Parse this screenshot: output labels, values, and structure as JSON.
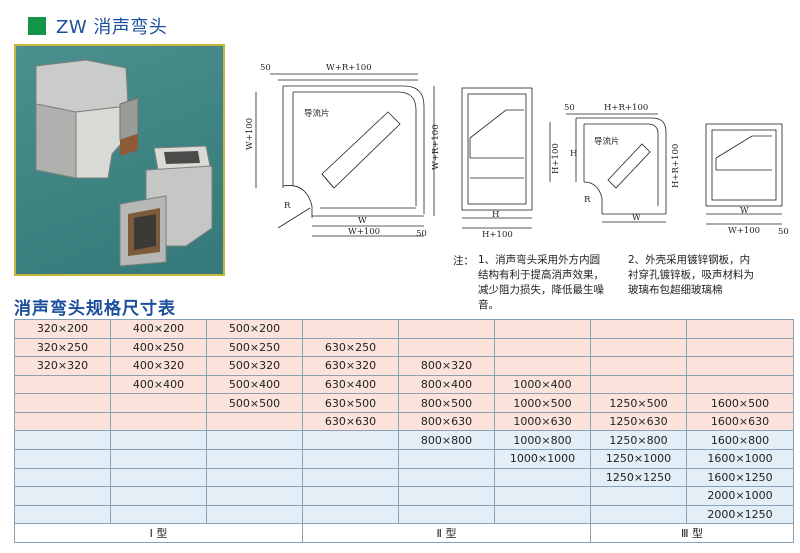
{
  "header": {
    "title": "ZW 消声弯头",
    "accent": "#12964a"
  },
  "table_title": "消声弯头规格尺寸表",
  "diagram": {
    "dim_50": "50",
    "dim_wr100": "W+R+100",
    "dim_w100_v": "W+100",
    "dim_wr100_v": "W+R+100",
    "label_vane": "导流片",
    "label_r": "R",
    "dim_w": "W",
    "dim_w100": "W+100",
    "dim_50b": "50",
    "dim_h": "H",
    "dim_h100": "H+100",
    "dim_50c": "50",
    "dim_hr100": "H+R+100",
    "dim_h100_v": "H+100",
    "dim_h_v": "H",
    "label_vane2": "导流片",
    "label_r2": "R",
    "dim_w2": "W",
    "dim_hr100_v": "H+R+100",
    "dim_w3": "W",
    "dim_w100_3": "W+100",
    "dim_50d": "50"
  },
  "notes": {
    "label": "注：",
    "note1": "1、消声弯头采用外方内圆结构有利于提高消声效果，减少阻力损失，降低最生噪音。",
    "note2": "2、外壳采用镀锌钢板，内衬穿孔镀锌板，吸声材料为玻璃布包超细玻璃棉"
  },
  "spec_table": {
    "rows": [
      [
        "320×200",
        "400×200",
        "500×200",
        "",
        "",
        "",
        "",
        ""
      ],
      [
        "320×250",
        "400×250",
        "500×250",
        "630×250",
        "",
        "",
        "",
        ""
      ],
      [
        "320×320",
        "400×320",
        "500×320",
        "630×320",
        "800×320",
        "",
        "",
        ""
      ],
      [
        "",
        "400×400",
        "500×400",
        "630×400",
        "800×400",
        "1000×400",
        "",
        ""
      ],
      [
        "",
        "",
        "500×500",
        "630×500",
        "800×500",
        "1000×500",
        "1250×500",
        "1600×500"
      ],
      [
        "",
        "",
        "",
        "630×630",
        "800×630",
        "1000×630",
        "1250×630",
        "1600×630"
      ],
      [
        "",
        "",
        "",
        "",
        "800×800",
        "1000×800",
        "1250×800",
        "1600×800"
      ],
      [
        "",
        "",
        "",
        "",
        "",
        "1000×1000",
        "1250×1000",
        "1600×1000"
      ],
      [
        "",
        "",
        "",
        "",
        "",
        "",
        "1250×1250",
        "1600×1250"
      ],
      [
        "",
        "",
        "",
        "",
        "",
        "",
        "",
        "2000×1000"
      ],
      [
        "",
        "",
        "",
        "",
        "",
        "",
        "",
        "2000×1250"
      ]
    ],
    "types": [
      "Ⅰ 型",
      "Ⅱ 型",
      "Ⅲ 型"
    ]
  }
}
